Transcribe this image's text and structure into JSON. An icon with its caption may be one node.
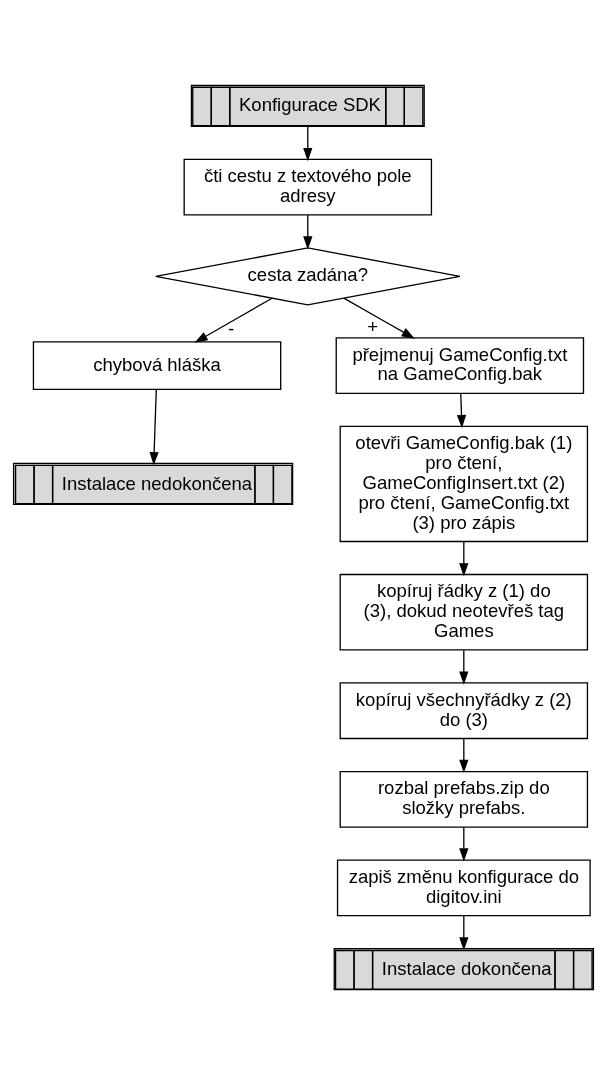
{
  "diagram": {
    "nodes": [
      {
        "text": [
          "Konfigurace SDK"
        ]
      },
      {
        "text": [
          "čti cestu z textového pole adresy"
        ]
      },
      {
        "text": [
          "cesta zadána?"
        ]
      },
      {
        "text": [
          "chybová hláška"
        ]
      },
      {
        "text": [
          "Instalace nedokončena"
        ]
      },
      {
        "text": [
          "přejmenuj GameConfig.txt na GameConfig.bak"
        ]
      },
      {
        "text": [
          "otevři GameConfig.bak (1) pro čtení, GameConfigInsert.txt (2) pro čtení, GameConfig.txt (3) pro zápis"
        ]
      },
      {
        "text": [
          "kopíruj řádky z (1) do (3), dokud neotevřeš tag Games"
        ]
      },
      {
        "text": [
          "kopíruj všechnyřádky z (2) do (3)"
        ]
      },
      {
        "text": [
          "rozbal prefabs.zip do složky prefabs."
        ]
      },
      {
        "text": [
          "zapiš změnu konfigurace do digitov.ini"
        ]
      },
      {
        "text": [
          "Instalace dokončena"
        ]
      }
    ],
    "edges": [
      {
        "from": 0,
        "to": 1,
        "arrow": "to"
      },
      {
        "from": 1,
        "to": 2,
        "arrow": "to"
      },
      {
        "from": 2,
        "to": 3,
        "arrow": "to",
        "label": "-"
      },
      {
        "from": 3,
        "to": 4,
        "arrow": "to"
      },
      {
        "from": 2,
        "to": 5,
        "arrow": "to",
        "label": "+"
      },
      {
        "from": 5,
        "to": 6,
        "arrow": "to"
      },
      {
        "from": 6,
        "to": 7,
        "arrow": "to"
      },
      {
        "from": 7,
        "to": 8,
        "arrow": "to"
      },
      {
        "from": 8,
        "to": 9,
        "arrow": "to"
      },
      {
        "from": 9,
        "to": 10,
        "arrow": "to"
      },
      {
        "from": 10,
        "to": 11,
        "arrow": "to"
      }
    ]
  }
}
